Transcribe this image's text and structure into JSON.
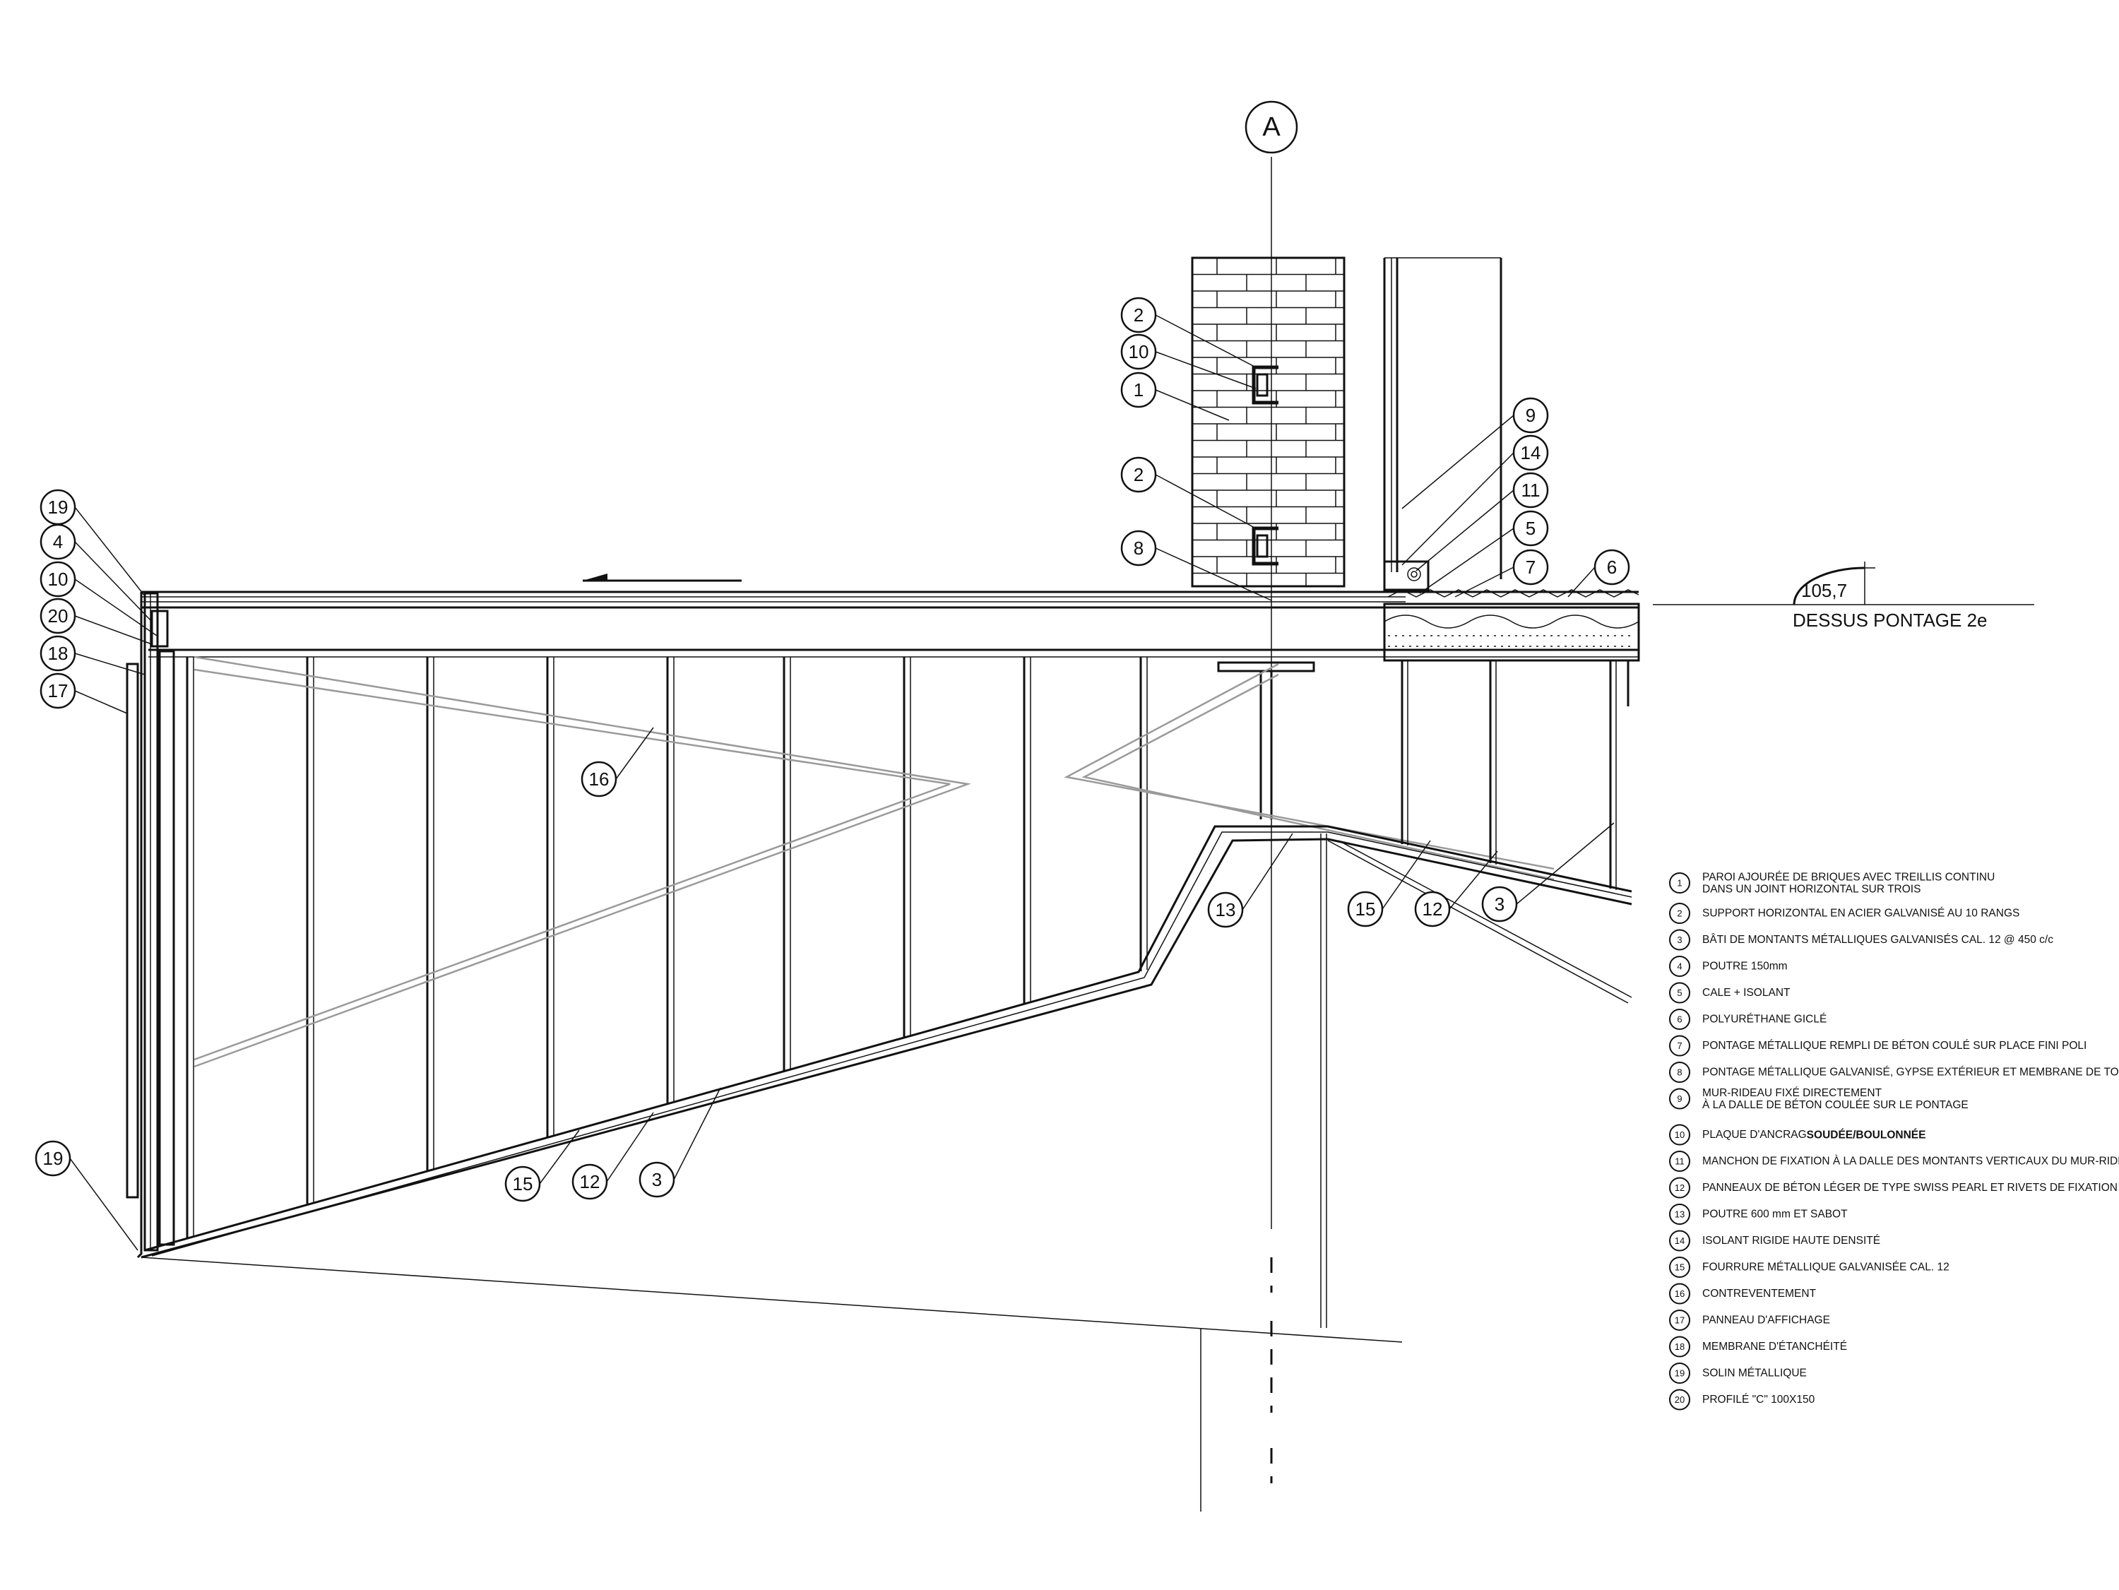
{
  "grid_marker": "A",
  "level": {
    "value": "105,7",
    "label": "DESSUS PONTAGE 2e"
  },
  "callouts": {
    "top_left": [
      "19",
      "4",
      "10",
      "20",
      "18",
      "17"
    ],
    "bottom_left": "19",
    "brick_upper": [
      "2",
      "10",
      "1"
    ],
    "brick_lower": [
      "2",
      "8"
    ],
    "right_stack": [
      "9",
      "14",
      "11",
      "5",
      "7",
      "6"
    ],
    "mid": "16",
    "underside_left": [
      "15",
      "12",
      "3"
    ],
    "soffit_center": "13",
    "underside_right": [
      "15",
      "12",
      "3"
    ]
  },
  "legend": [
    {
      "num": "1",
      "lines": [
        "PAROI AJOURÉE DE BRIQUES AVEC TREILLIS CONTINU",
        "DANS UN JOINT HORIZONTAL SUR TROIS"
      ]
    },
    {
      "num": "2",
      "lines": [
        "SUPPORT HORIZONTAL EN ACIER GALVANISÉ AU 10 RANGS"
      ]
    },
    {
      "num": "3",
      "lines": [
        "BÂTI DE MONTANTS MÉTALLIQUES GALVANISÉS  CAL. 12 @ 450 c/c"
      ]
    },
    {
      "num": "4",
      "lines": [
        "POUTRE 150mm"
      ]
    },
    {
      "num": "5",
      "lines": [
        "CALE + ISOLANT"
      ]
    },
    {
      "num": "6",
      "lines": [
        "POLYURÉTHANE GICLÉ"
      ]
    },
    {
      "num": "7",
      "lines": [
        "PONTAGE MÉTALLIQUE REMPLI DE BÉTON COULÉ SUR PLACE FINI POLI"
      ]
    },
    {
      "num": "8",
      "lines": [
        "PONTAGE MÉTALLIQUE GALVANISÉ, GYPSE EXTÉRIEUR ET MEMBRANE DE TOITURE"
      ]
    },
    {
      "num": "9",
      "lines": [
        "MUR-RIDEAU FIXÉ DIRECTEMENT",
        "À LA DALLE DE BÉTON COULÉE SUR LE PONTAGE"
      ]
    },
    {
      "num": "10",
      "lines": [
        "PLAQUE D'ANCRAG"
      ],
      "bold": "SOUDÉE/BOULONNÉE"
    },
    {
      "num": "11",
      "lines": [
        "MANCHON DE FIXATION À LA DALLE DES MONTANTS VERTICAUX DU MUR-RIDEAU"
      ]
    },
    {
      "num": "12",
      "lines": [
        "PANNEAUX DE BÉTON LÉGER DE TYPE SWISS PEARL ET RIVETS DE FIXATION"
      ]
    },
    {
      "num": "13",
      "lines": [
        "POUTRE 600 mm ET SABOT"
      ]
    },
    {
      "num": "14",
      "lines": [
        "ISOLANT RIGIDE HAUTE DENSITÉ"
      ]
    },
    {
      "num": "15",
      "lines": [
        "FOURRURE MÉTALLIQUE GALVANISÉE CAL. 12"
      ]
    },
    {
      "num": "16",
      "lines": [
        "CONTREVENTEMENT"
      ]
    },
    {
      "num": "17",
      "lines": [
        "PANNEAU D'AFFICHAGE"
      ]
    },
    {
      "num": "18",
      "lines": [
        "MEMBRANE D'ÉTANCHÉITÉ"
      ]
    },
    {
      "num": "19",
      "lines": [
        "SOLIN MÉTALLIQUE"
      ]
    },
    {
      "num": "20",
      "lines": [
        "PROFILÉ \"C\" 100X150"
      ]
    }
  ]
}
